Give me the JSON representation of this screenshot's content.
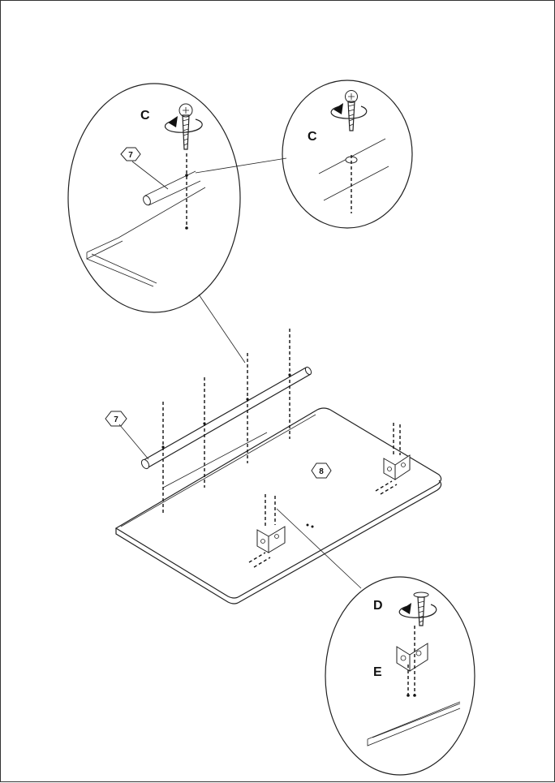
{
  "labels": {
    "screw_c_detail_left": "C",
    "screw_c_detail_right": "C",
    "screw_d": "D",
    "bracket_e": "E",
    "part_rod_top": "7",
    "part_rod_main": "7",
    "part_panel": "8"
  }
}
